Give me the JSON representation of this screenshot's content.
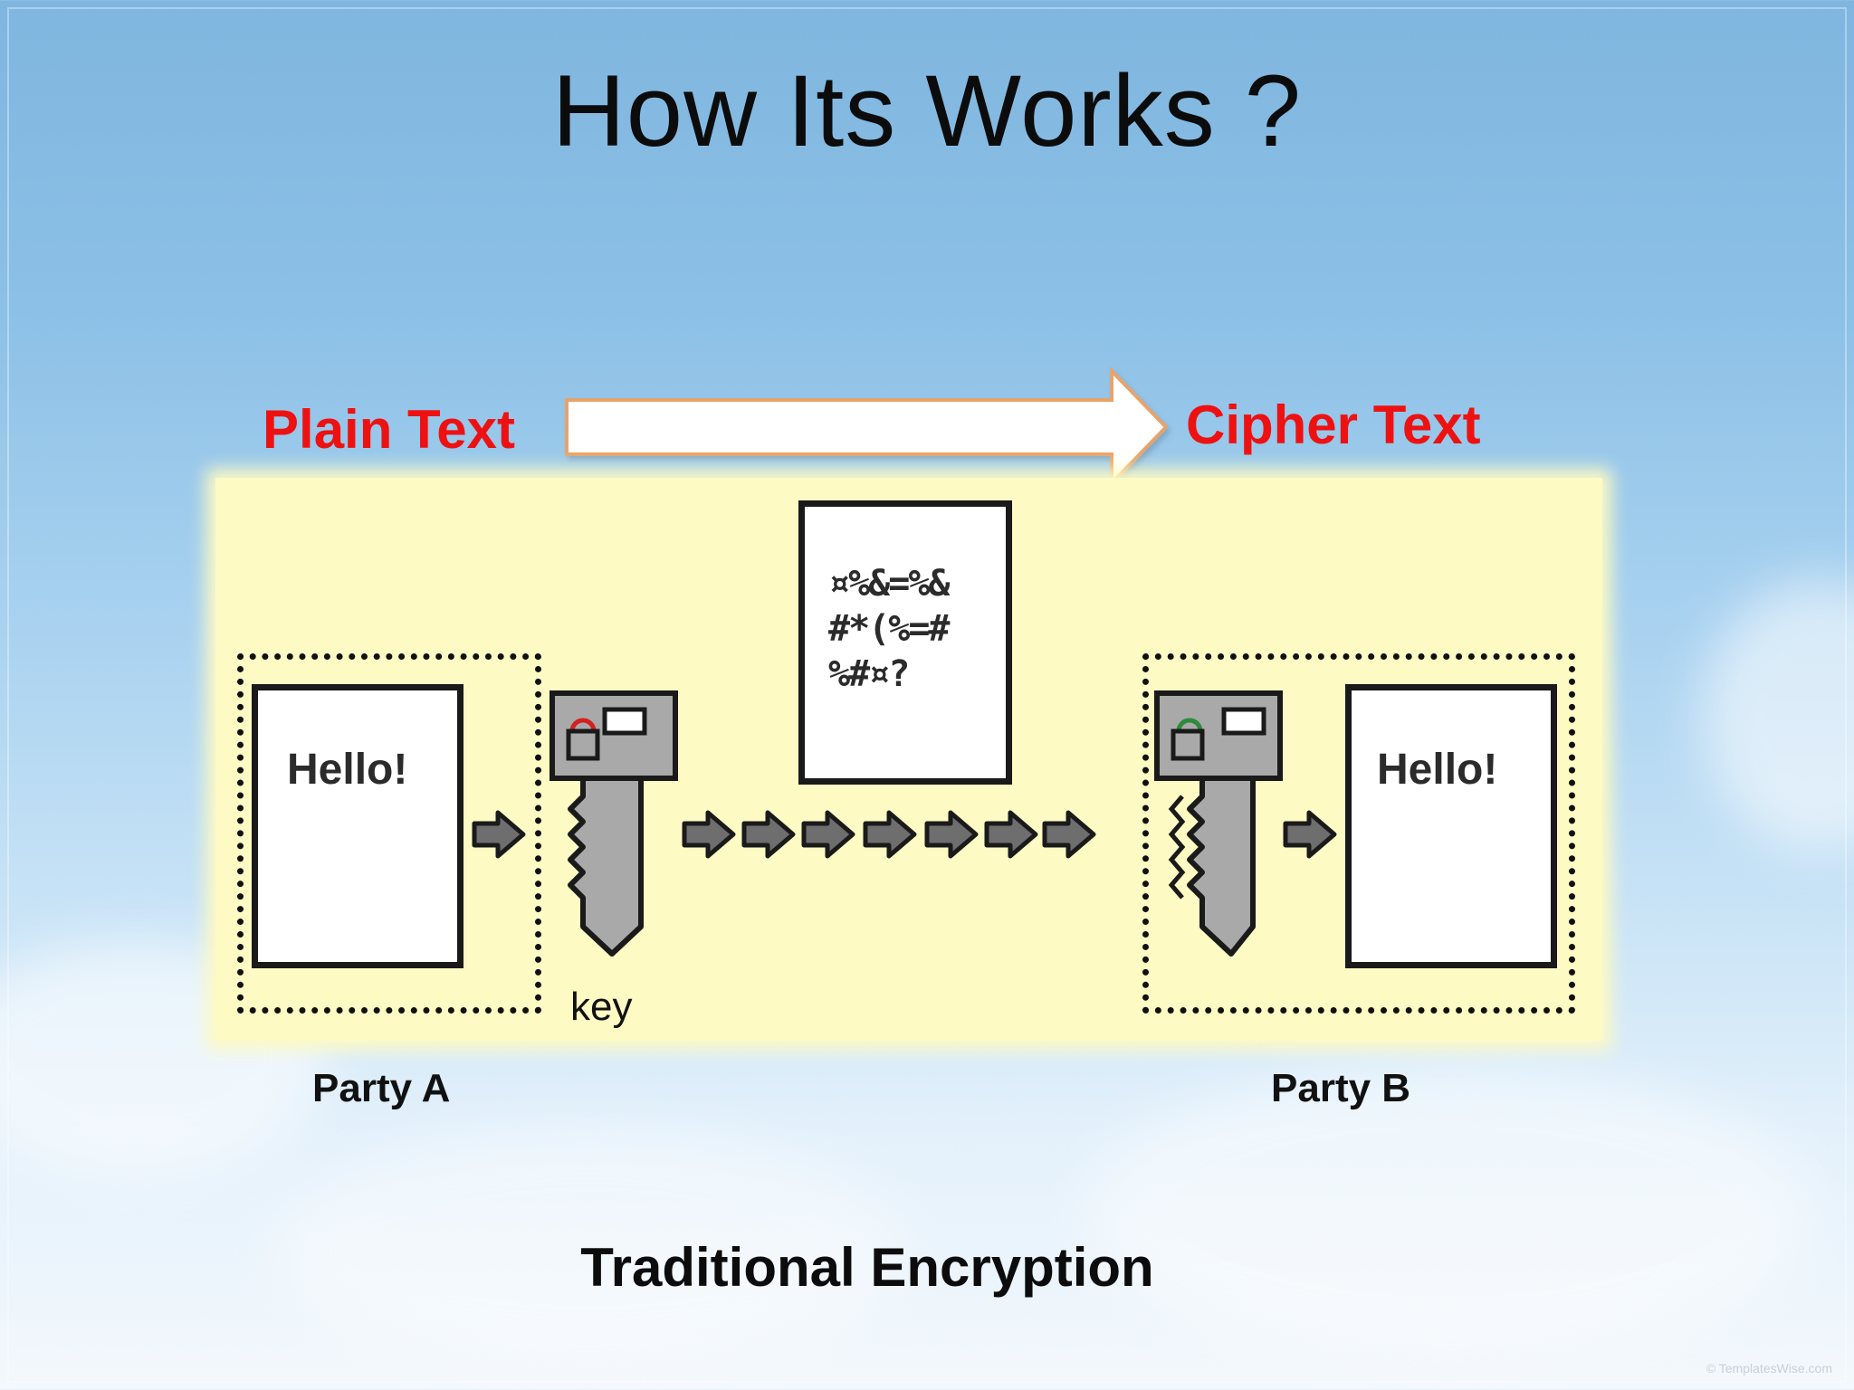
{
  "slide": {
    "title": "How Its Works ?",
    "caption": "Traditional Encryption",
    "watermark": "© TemplatesWise.com"
  },
  "flow": {
    "from_label": "Plain Text",
    "to_label": "Cipher Text"
  },
  "diagram": {
    "party_a": {
      "label": "Party A",
      "document_text": "Hello!"
    },
    "party_b": {
      "label": "Party B",
      "document_text": "Hello!"
    },
    "key_label": "key",
    "cipher_document": {
      "lines": [
        "¤%&=%&",
        "#*(%=#",
        "%#¤?"
      ]
    },
    "icons": [
      "document-icon",
      "key-icon",
      "lock-icon",
      "arrow-right-icon"
    ],
    "colors": {
      "label_red": "#ee1111",
      "panel_yellow": "#fdfac4",
      "arrow_outline": "#e8a36a",
      "lock_red": "#d42020",
      "lock_green": "#2e8b3a",
      "key_gray": "#a9a9a9"
    }
  }
}
